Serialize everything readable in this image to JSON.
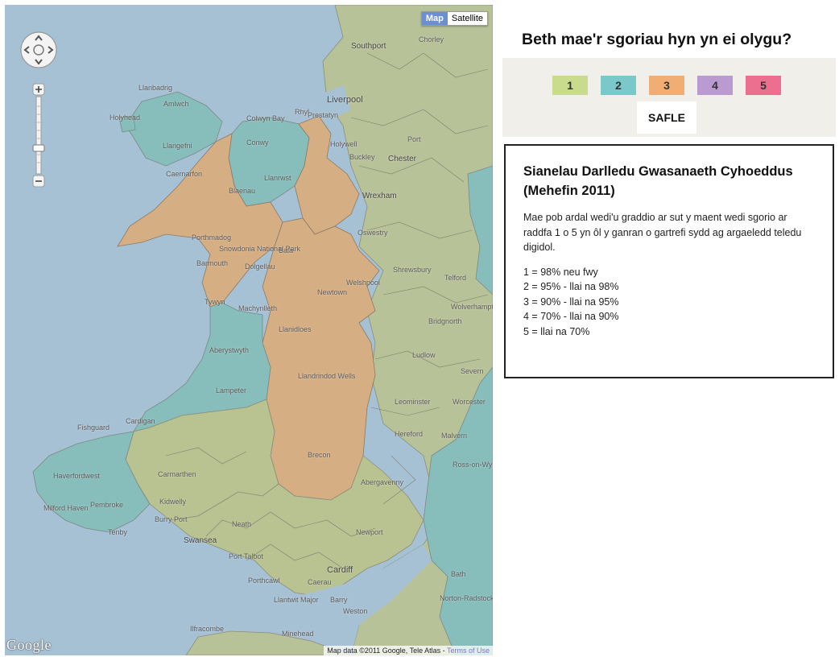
{
  "map": {
    "map_type_buttons": [
      {
        "label": "Map",
        "active": true
      },
      {
        "label": "Satellite",
        "active": false
      }
    ],
    "places": [
      {
        "name": "Southport",
        "style": "med"
      },
      {
        "name": "Liverpool",
        "style": "big"
      },
      {
        "name": "Chorley",
        "style": ""
      },
      {
        "name": "Llanbadrig",
        "style": ""
      },
      {
        "name": "Amlwch",
        "style": ""
      },
      {
        "name": "Holyhead",
        "style": ""
      },
      {
        "name": "Llangefni",
        "style": ""
      },
      {
        "name": "Caernarfon",
        "style": ""
      },
      {
        "name": "Colwyn Bay",
        "style": ""
      },
      {
        "name": "Conwy",
        "style": ""
      },
      {
        "name": "Prestatyn",
        "style": ""
      },
      {
        "name": "Rhyl",
        "style": ""
      },
      {
        "name": "Holywell",
        "style": ""
      },
      {
        "name": "Buckley",
        "style": ""
      },
      {
        "name": "Chester",
        "style": "med"
      },
      {
        "name": "Port",
        "style": ""
      },
      {
        "name": "Llanrwst",
        "style": ""
      },
      {
        "name": "Blaenau",
        "style": ""
      },
      {
        "name": "Porthmadog",
        "style": ""
      },
      {
        "name": "Snowdonia National Park",
        "style": ""
      },
      {
        "name": "Wrexham",
        "style": "med"
      },
      {
        "name": "Oswestry",
        "style": ""
      },
      {
        "name": "Barmouth",
        "style": ""
      },
      {
        "name": "Dolgellau",
        "style": ""
      },
      {
        "name": "Bala",
        "style": ""
      },
      {
        "name": "Welshpool",
        "style": ""
      },
      {
        "name": "Shrewsbury",
        "style": ""
      },
      {
        "name": "Telford",
        "style": ""
      },
      {
        "name": "Wolverhampton",
        "style": ""
      },
      {
        "name": "Bridgnorth",
        "style": ""
      },
      {
        "name": "Tywyn",
        "style": ""
      },
      {
        "name": "Newtown",
        "style": ""
      },
      {
        "name": "Machynlleth",
        "style": ""
      },
      {
        "name": "Llanidloes",
        "style": ""
      },
      {
        "name": "Aberystwyth",
        "style": ""
      },
      {
        "name": "Llandrindod Wells",
        "style": ""
      },
      {
        "name": "Ludlow",
        "style": ""
      },
      {
        "name": "Severn",
        "style": ""
      },
      {
        "name": "Lampeter",
        "style": ""
      },
      {
        "name": "Leominster",
        "style": ""
      },
      {
        "name": "Worcester",
        "style": ""
      },
      {
        "name": "Hereford",
        "style": ""
      },
      {
        "name": "Malvern",
        "style": ""
      },
      {
        "name": "Cardigan",
        "style": ""
      },
      {
        "name": "Fishguard",
        "style": ""
      },
      {
        "name": "Brecon",
        "style": ""
      },
      {
        "name": "Carmarthen",
        "style": ""
      },
      {
        "name": "Abergavenny",
        "style": ""
      },
      {
        "name": "Haverfordwest",
        "style": ""
      },
      {
        "name": "Milford Haven",
        "style": ""
      },
      {
        "name": "Pembroke",
        "style": ""
      },
      {
        "name": "Tenby",
        "style": ""
      },
      {
        "name": "Kidwelly",
        "style": ""
      },
      {
        "name": "Burry Port",
        "style": ""
      },
      {
        "name": "Swansea",
        "style": "med"
      },
      {
        "name": "Neath",
        "style": ""
      },
      {
        "name": "Port Talbot",
        "style": ""
      },
      {
        "name": "Porthcawl",
        "style": ""
      },
      {
        "name": "Newport",
        "style": ""
      },
      {
        "name": "Cardiff",
        "style": "big"
      },
      {
        "name": "Caerau",
        "style": ""
      },
      {
        "name": "Llantwit Major",
        "style": ""
      },
      {
        "name": "Barry",
        "style": ""
      },
      {
        "name": "Weston",
        "style": ""
      },
      {
        "name": "Bath",
        "style": ""
      },
      {
        "name": "Norton-Radstock",
        "style": ""
      },
      {
        "name": "Ross-on-Wye",
        "style": ""
      },
      {
        "name": "Ilfracombe",
        "style": ""
      },
      {
        "name": "Minehead",
        "style": ""
      }
    ],
    "google_logo": "Google",
    "attribution": "Map data ©2011 Google, Tele Atlas - ",
    "terms_link": "Terms of Use",
    "colors": {
      "sea": "#a7c1d4",
      "score_1_green": "#b9c291",
      "score_2_teal": "#87bdbb",
      "score_3_orange": "#d6ae83",
      "english_land": "#b8c299"
    }
  },
  "panel": {
    "title": "Beth mae'r sgoriau hyn yn ei olygu?",
    "swatches": [
      {
        "label": "1",
        "color": "#c9dc8d"
      },
      {
        "label": "2",
        "color": "#7ac8ca"
      },
      {
        "label": "3",
        "color": "#f0ae74"
      },
      {
        "label": "4",
        "color": "#b99bd2"
      },
      {
        "label": "5",
        "color": "#ec6f8f"
      }
    ],
    "safle_label": "SAFLE",
    "info_title": "Sianelau Darlledu Gwasanaeth Cyhoeddus (Mehefin 2011)",
    "info_description": "Mae pob ardal wedi'u graddio ar sut y maent wedi sgorio ar raddfa 1 o 5 yn ôl y ganran o gartrefi sydd ag argaeledd teledu digidol.",
    "score_list": [
      "1 = 98% neu fwy",
      "2 = 95% - llai na 98%",
      "3 = 90% - llai na 95%",
      "4 = 70% - llai na 90%",
      "5 = llai na 70%"
    ]
  }
}
